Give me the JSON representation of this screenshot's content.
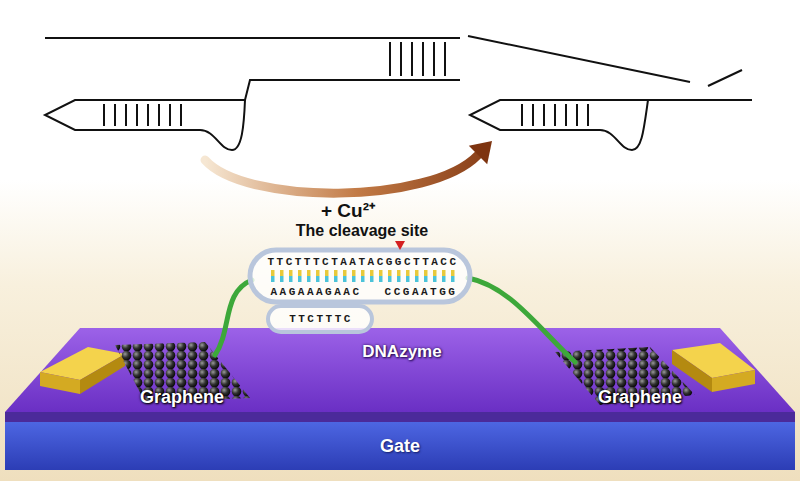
{
  "diagram": {
    "labels": [
      "+ Cu²⁺",
      "The cleavage site",
      "TTCTTTCTAATACGGCTTACC",
      "AAGAAAGAAC",
      "CCGAATGG",
      "TTCTTTC",
      "DNAzyme",
      "Graphene",
      "Graphene",
      "Gate"
    ]
  }
}
